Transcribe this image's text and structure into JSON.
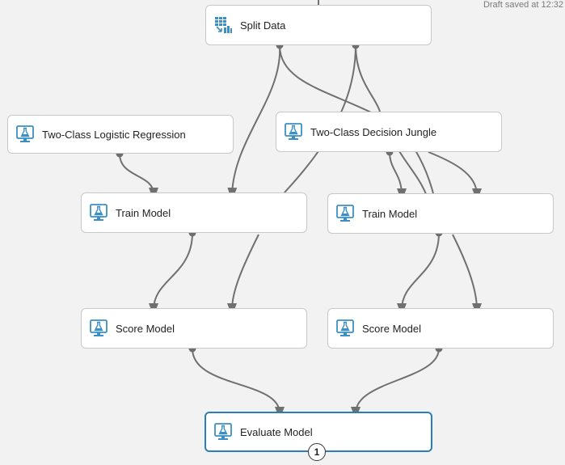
{
  "status": {
    "text": "Draft saved at 12:32"
  },
  "nodes": {
    "split": {
      "label": "Split Data",
      "icon": "split-data-icon"
    },
    "logistic": {
      "label": "Two-Class Logistic Regression",
      "icon": "flask-monitor-icon"
    },
    "jungle": {
      "label": "Two-Class Decision Jungle",
      "icon": "flask-monitor-icon"
    },
    "train_left": {
      "label": "Train Model",
      "icon": "flask-monitor-icon"
    },
    "train_right": {
      "label": "Train Model",
      "icon": "flask-monitor-icon"
    },
    "score_left": {
      "label": "Score Model",
      "icon": "flask-monitor-icon"
    },
    "score_right": {
      "label": "Score Model",
      "icon": "flask-monitor-icon"
    },
    "evaluate": {
      "label": "Evaluate Model",
      "icon": "flask-monitor-icon",
      "badge": "1"
    }
  },
  "colors": {
    "accent": "#2a7fb8",
    "icon": "#3b8fc4",
    "wire": "#707070",
    "port": "#6e6e6e"
  }
}
